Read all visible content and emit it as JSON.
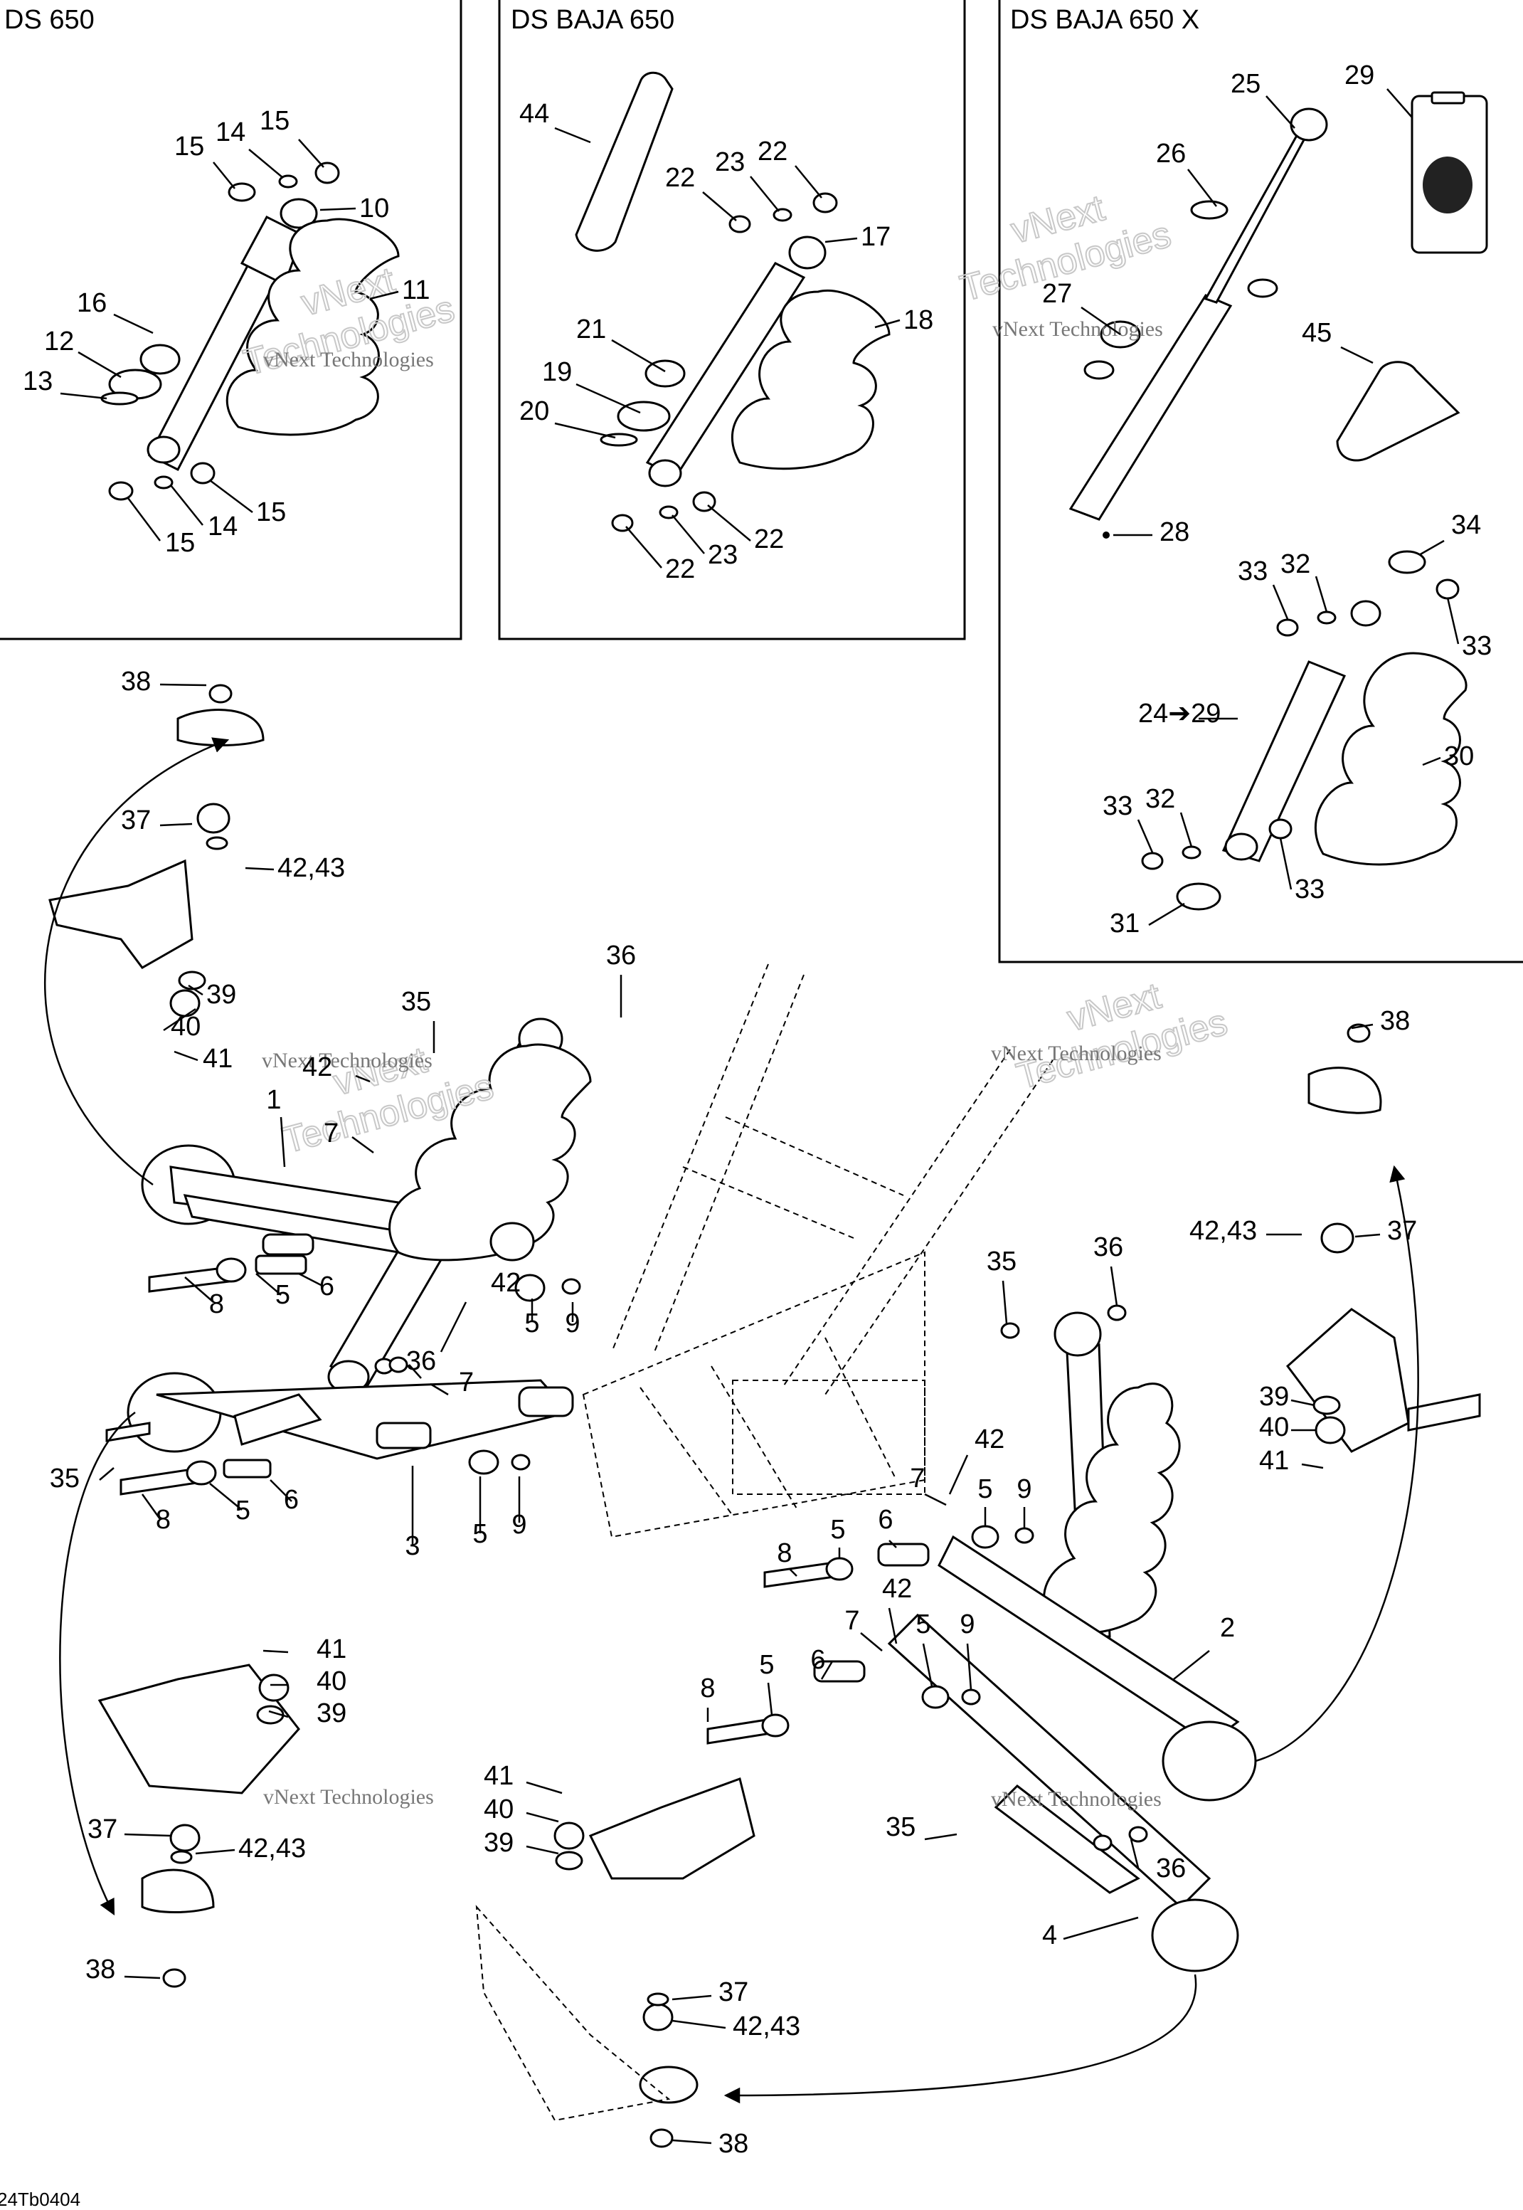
{
  "panels": [
    {
      "title": "DS 650"
    },
    {
      "title": "DS BAJA 650"
    },
    {
      "title": "DS BAJA 650 X"
    }
  ],
  "watermark": {
    "line1": "vNext Technologies",
    "outline": "vNext",
    "outline2": "Technologies"
  },
  "drawing_code": "24Tb0404",
  "callouts": {
    "p1": [
      "15",
      "14",
      "15",
      "10",
      "11",
      "16",
      "12",
      "13",
      "15",
      "14",
      "15"
    ],
    "p2": [
      "44",
      "22",
      "23",
      "22",
      "17",
      "18",
      "21",
      "19",
      "20",
      "22",
      "23",
      "22"
    ],
    "p3": [
      "29",
      "25",
      "26",
      "27",
      "45",
      "28",
      "34",
      "33",
      "32",
      "33",
      "24➔29",
      "30",
      "33",
      "32",
      "33",
      "31"
    ],
    "main": [
      "38",
      "37",
      "42,43",
      "39",
      "40",
      "41",
      "35",
      "36",
      "42",
      "1",
      "7",
      "8",
      "5",
      "6",
      "9",
      "5",
      "42",
      "36",
      "7",
      "35",
      "8",
      "5",
      "6",
      "3",
      "5",
      "9",
      "38",
      "42,43",
      "37",
      "35",
      "36",
      "39",
      "40",
      "41",
      "42",
      "7",
      "5",
      "9",
      "8",
      "5",
      "6",
      "42",
      "7",
      "5",
      "9",
      "2",
      "8",
      "5",
      "6",
      "41",
      "40",
      "39",
      "37",
      "42,43",
      "38",
      "41",
      "40",
      "39",
      "35",
      "36",
      "4",
      "37",
      "42,43",
      "38"
    ]
  }
}
